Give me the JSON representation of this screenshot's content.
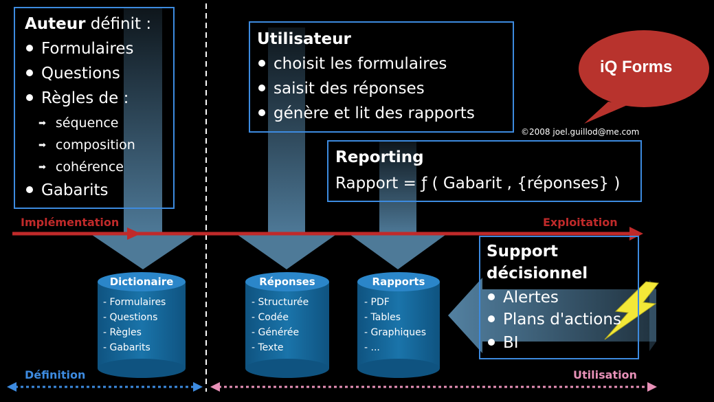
{
  "author": {
    "title": "Auteur",
    "rest": " définit :",
    "items": [
      "Formulaires",
      "Questions",
      "Règles de :"
    ],
    "sub_items": [
      "séquence",
      "composition",
      "cohérence"
    ],
    "last": "Gabarits"
  },
  "user": {
    "title": "Utilisateur",
    "items": [
      "choisit les formulaires",
      "saisit des réponses",
      "génère et lit des rapports"
    ]
  },
  "copyright": "©2008 joel.guillod@me.com",
  "callout": "iQ Forms",
  "reporting": {
    "title": "Reporting",
    "formula": "Rapport = ƒ ( Gabarit , {réponses} )"
  },
  "support": {
    "title_line1": "Support",
    "title_line2": "décisionnel",
    "items": [
      "Alertes",
      "Plans d'actions",
      "BI"
    ]
  },
  "implementation_label": "Implémentation",
  "exploitation_label": "Exploitation",
  "definition_label": "Définition",
  "utilisation_label": "Utilisation",
  "cylinders": {
    "dictionaire": {
      "label": "Dictionaire",
      "items": [
        "- Formulaires",
        "- Questions",
        "- Règles",
        "- Gabarits"
      ]
    },
    "reponses": {
      "label": "Réponses",
      "items": [
        "- Structurée",
        "- Codée",
        "- Générée",
        "- Texte"
      ]
    },
    "rapports": {
      "label": "Rapports",
      "items": [
        "- PDF",
        "- Tables",
        "- Graphiques",
        "- ..."
      ]
    }
  },
  "colors": {
    "box_border": "#3d8be0",
    "red": "#c02a2a",
    "blue": "#3d8be0",
    "pink": "#e891b8",
    "cylinder_top": "#2b86c9",
    "cylinder_body": "#14628f",
    "callout": "#b8332d",
    "bolt": "#f3e838"
  }
}
